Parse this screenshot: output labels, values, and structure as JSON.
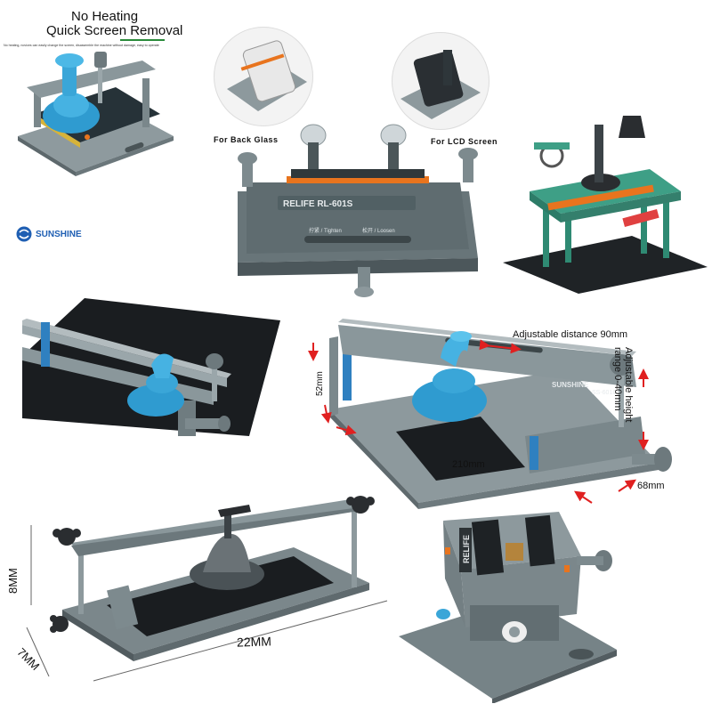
{
  "panel1": {
    "title_line1": "No Heating",
    "title_line2": "Quick Screen Removal",
    "subtitle": "No heating, novices can easily change the screen, disassemble the machine without damage, easy to operate",
    "brand": "SUNSHINE"
  },
  "panel2": {
    "label_back": "For Back Glass",
    "label_lcd": "For LCD Screen",
    "brand_plate": "RELIFE RL-601S",
    "tighten_label": "拧紧 / Tighten",
    "loosen_label": "松开 / Loosen"
  },
  "panel5": {
    "adjustable_distance": "Adjustable distance 90mm",
    "adjustable_height_line1": "Adjustable height",
    "adjustable_height_line2": "range 0-40mm",
    "dim_height": "52mm",
    "dim_length": "210mm",
    "dim_width": "68mm",
    "brand": "SUNSHINE",
    "model": "SS-601G"
  },
  "panel6": {
    "dim_height": "8MM",
    "dim_depth": "7MM",
    "dim_length": "22MM"
  },
  "panel7": {
    "brand": "RELIFE"
  },
  "colors": {
    "metal": "#7d8a8e",
    "metal_dark": "#4f5a5e",
    "suction_blue": "#3aa6d8",
    "orange": "#e8741e",
    "arrow_red": "#e02020",
    "green_frame": "#3e9f86"
  }
}
